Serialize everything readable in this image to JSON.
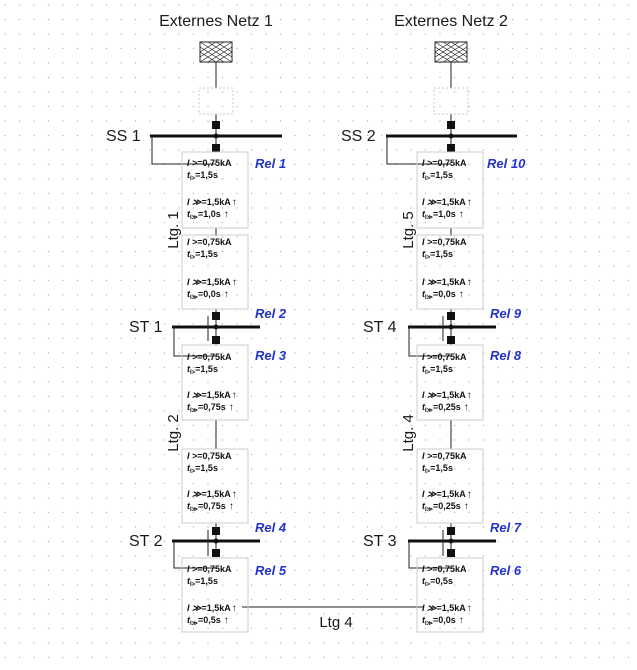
{
  "grids": [
    {
      "label": "Externes Netz 1"
    },
    {
      "label": "Externes Netz 2"
    }
  ],
  "busbars": [
    {
      "label": "SS 1"
    },
    {
      "label": "SS 2"
    },
    {
      "label": "ST 1"
    },
    {
      "label": "ST 4"
    },
    {
      "label": "ST 2"
    },
    {
      "label": "ST 3"
    }
  ],
  "lines": [
    {
      "label": "Ltg. 1"
    },
    {
      "label": "Ltg. 5"
    },
    {
      "label": "Ltg. 2"
    },
    {
      "label": "Ltg. 4"
    },
    {
      "label": "Ltg 4"
    }
  ],
  "relays": [
    {
      "label": "Rel 1"
    },
    {
      "label": "Rel 10"
    },
    {
      "label": "Rel 2"
    },
    {
      "label": "Rel 9"
    },
    {
      "label": "Rel 3"
    },
    {
      "label": "Rel 8"
    },
    {
      "label": "Rel 4"
    },
    {
      "label": "Rel 7"
    },
    {
      "label": "Rel 5"
    },
    {
      "label": "Rel 6"
    }
  ],
  "protection": {
    "sym_i_gt": "I >",
    "sym_i_gg": "I ≫",
    "sym_t_gt": "t",
    "sub_gt": "I>",
    "sub_gg": "I≫",
    "arrow": "↑",
    "blocks": [
      {
        "i": "=0,75kA",
        "t": "=1,5s"
      },
      {
        "i": "=1,5kA",
        "t": "=1,0s"
      },
      {
        "i": "=0,75kA",
        "t": "=1,5s"
      },
      {
        "i": "=1,5kA",
        "t": "=0,0s"
      },
      {
        "i": "=0,75kA",
        "t": "=1,5s"
      },
      {
        "i": "=1,5kA",
        "t": "=1,0s"
      },
      {
        "i": "=0,75kA",
        "t": "=1,5s"
      },
      {
        "i": "=1,5kA",
        "t": "=0,0s"
      },
      {
        "i": "=0,75kA",
        "t": "=1,5s"
      },
      {
        "i": "=1,5kA",
        "t": "=0,75s"
      },
      {
        "i": "=0,75kA",
        "t": "=1,5s"
      },
      {
        "i": "=1,5kA",
        "t": "=0,75s"
      },
      {
        "i": "=0,75kA",
        "t": "=1,5s"
      },
      {
        "i": "=1,5kA",
        "t": "=0,25s"
      },
      {
        "i": "=0,75kA",
        "t": "=1,5s"
      },
      {
        "i": "=1,5kA",
        "t": "=0,25s"
      },
      {
        "i": "=0,75kA",
        "t": "=1,5s"
      },
      {
        "i": "=1,5kA",
        "t": "=0,5s"
      },
      {
        "i": "=0,75kA",
        "t": "=0,5s"
      },
      {
        "i": "=1,5kA",
        "t": "=0,0s"
      }
    ]
  },
  "colors": {
    "relay_label": "#2233cc",
    "line": "#1a1a1a",
    "box_border": "#c8c8c8",
    "grid_dot": "#b0b0b0"
  }
}
